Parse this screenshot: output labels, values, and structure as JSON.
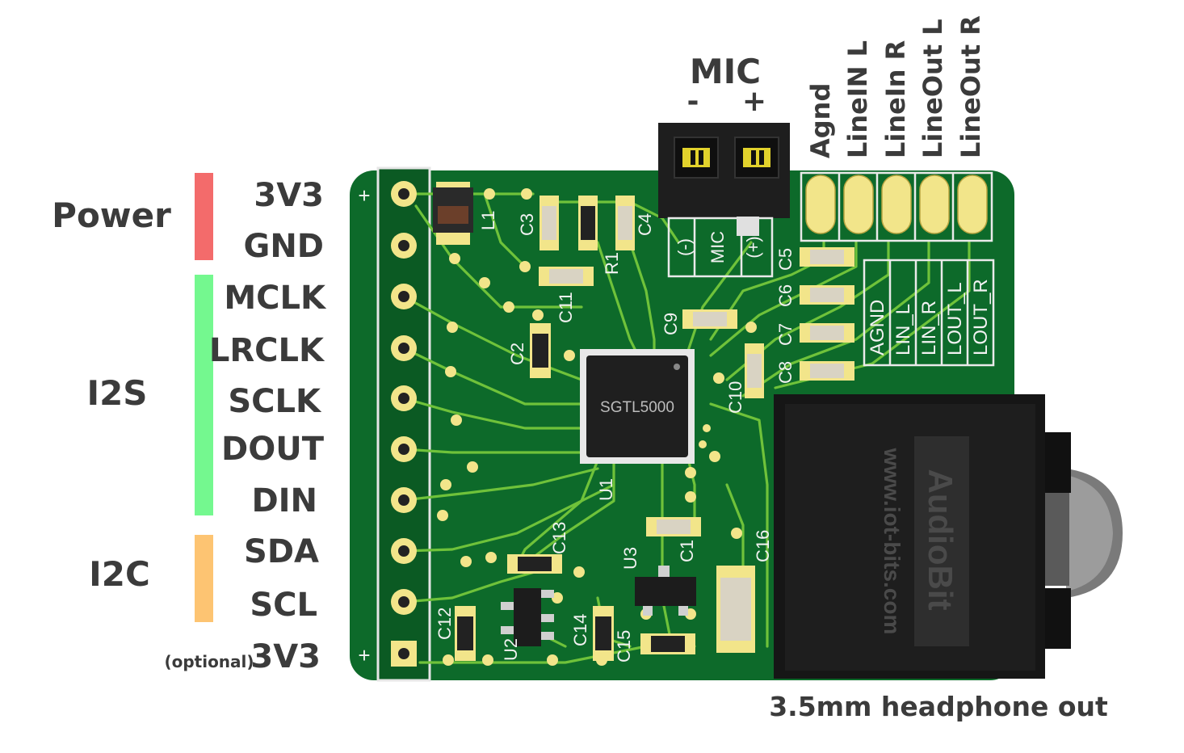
{
  "groups": [
    {
      "name": "Power",
      "color": "#f36b6b"
    },
    {
      "name": "I2S",
      "color": "#74f88f"
    },
    {
      "name": "I2C",
      "color": "#fdc472"
    }
  ],
  "pins": [
    "3V3",
    "GND",
    "MCLK",
    "LRCLK",
    "SCLK",
    "DOUT",
    "DIN",
    "SDA",
    "SCL",
    "3V3"
  ],
  "optional_note": "(optional)",
  "mic": {
    "title": "MIC",
    "minus": "-",
    "plus": "+",
    "silk_minus": "(-)",
    "silk_mic": "MIC",
    "silk_plus": "(+)"
  },
  "top_labels": [
    "Agnd",
    "LineIN L",
    "LineIn R",
    "LineOut L",
    "LineOut R"
  ],
  "silk_labels": [
    "AGND",
    "LIN_L",
    "LIN_R",
    "LOUT_L",
    "LOUT_R"
  ],
  "chip": "SGTL5000",
  "jack_brand": "AudioBit",
  "jack_url": "www.iot-bits.com",
  "jack_caption": "3.5mm headphone out",
  "plus_marks": [
    "+",
    "+"
  ],
  "components": [
    "L1",
    "C3",
    "R1",
    "C4",
    "C5",
    "C6",
    "C7",
    "C8",
    "C11",
    "C9",
    "C2",
    "C10",
    "U1",
    "C13",
    "C1",
    "U3",
    "C16",
    "C12",
    "U2",
    "C14",
    "C15"
  ],
  "colors": {
    "pcb": "#0d6a2a",
    "trace": "#6fc23a",
    "pad": "#f2e58a",
    "jack": "#1a1a1a"
  }
}
